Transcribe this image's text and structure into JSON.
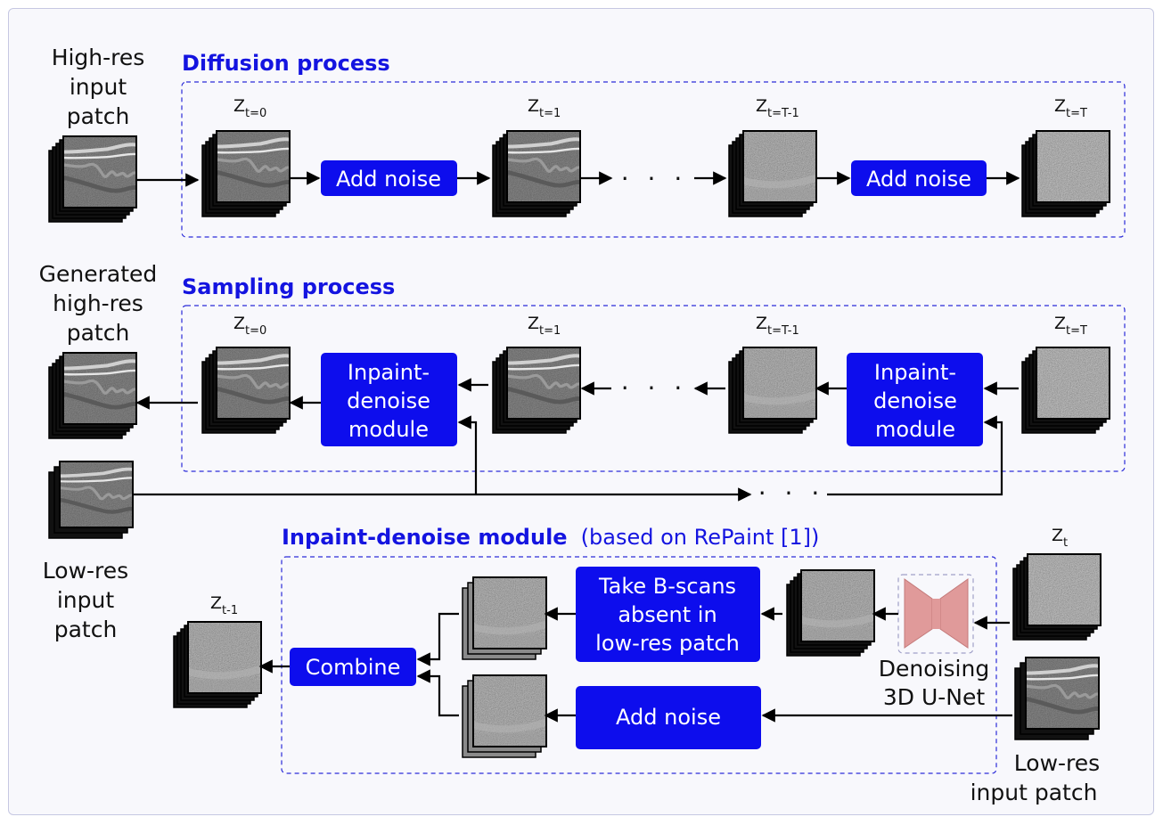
{
  "colors": {
    "accent": "#0d0ded",
    "section_title": "#1414e0",
    "unet": "#e09a9a",
    "frame_border": "#c6c8e2"
  },
  "labels": {
    "high_res_input": [
      "High-res",
      "input",
      "patch"
    ],
    "generated": [
      "Generated",
      "high-res",
      "patch"
    ],
    "low_res_input": [
      "Low-res",
      "input",
      "patch"
    ],
    "low_res_input_2": [
      "Low-res",
      "input patch"
    ],
    "unet": [
      "Denoising",
      "3D U-Net"
    ]
  },
  "sections": {
    "diffusion": "Diffusion process",
    "sampling": "Sampling process",
    "inpaint": "Inpaint-denoise module",
    "inpaint_note": "(based on RePaint [1])"
  },
  "buttons": {
    "add_noise": "Add noise",
    "inpaint_module": [
      "Inpaint-",
      "denoise",
      "module"
    ],
    "take_bscans": [
      "Take B-scans",
      "absent in",
      "low-res patch"
    ],
    "combine": "Combine"
  },
  "z_labels": {
    "main": "Z",
    "t0": "t=0",
    "t1": "t=1",
    "tT1": "t=T-1",
    "tT": "t=T",
    "t": "t",
    "tminus1": "t-1"
  },
  "ellipsis": "· · ·"
}
